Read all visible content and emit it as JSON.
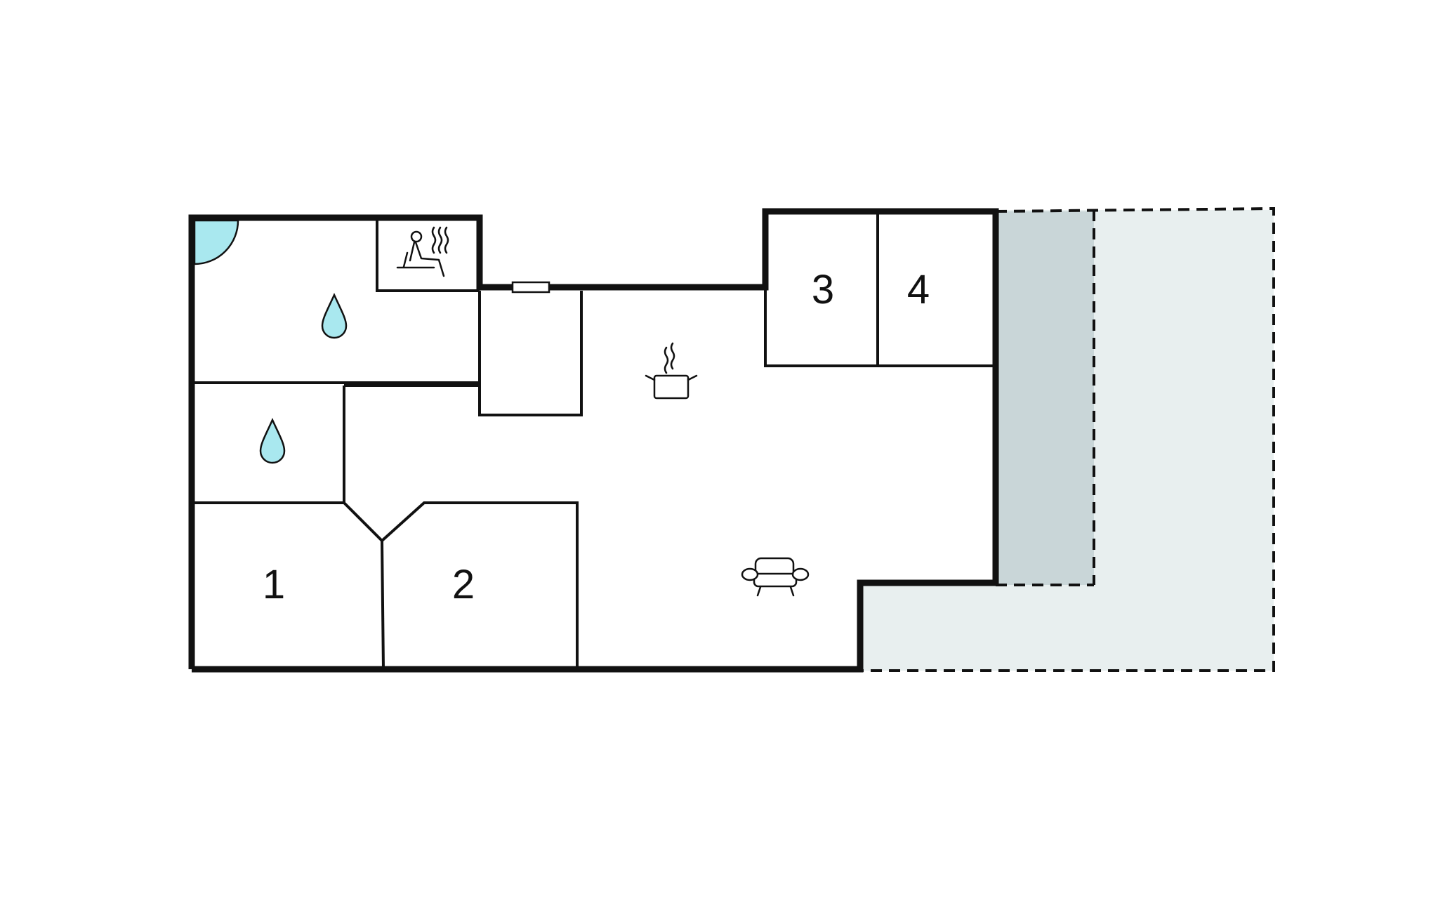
{
  "plan": {
    "rooms": [
      {
        "id": "bedroom-1",
        "number": "1"
      },
      {
        "id": "bedroom-2",
        "number": "2"
      },
      {
        "id": "bedroom-3",
        "number": "3"
      },
      {
        "id": "bedroom-4",
        "number": "4"
      }
    ],
    "icons": {
      "bathroom_main": "water-drop-icon",
      "bathroom_small": "water-drop-icon",
      "sauna": "sauna-person-icon",
      "kitchen": "cooking-pot-icon",
      "living": "sofa-icon",
      "entrance": "door-swing-icon"
    },
    "colors": {
      "wall": "#111111",
      "water": "#a9e8ef",
      "terrace_covered": "#c9d6d8",
      "terrace_open": "#e8efef",
      "background": "#ffffff"
    }
  }
}
